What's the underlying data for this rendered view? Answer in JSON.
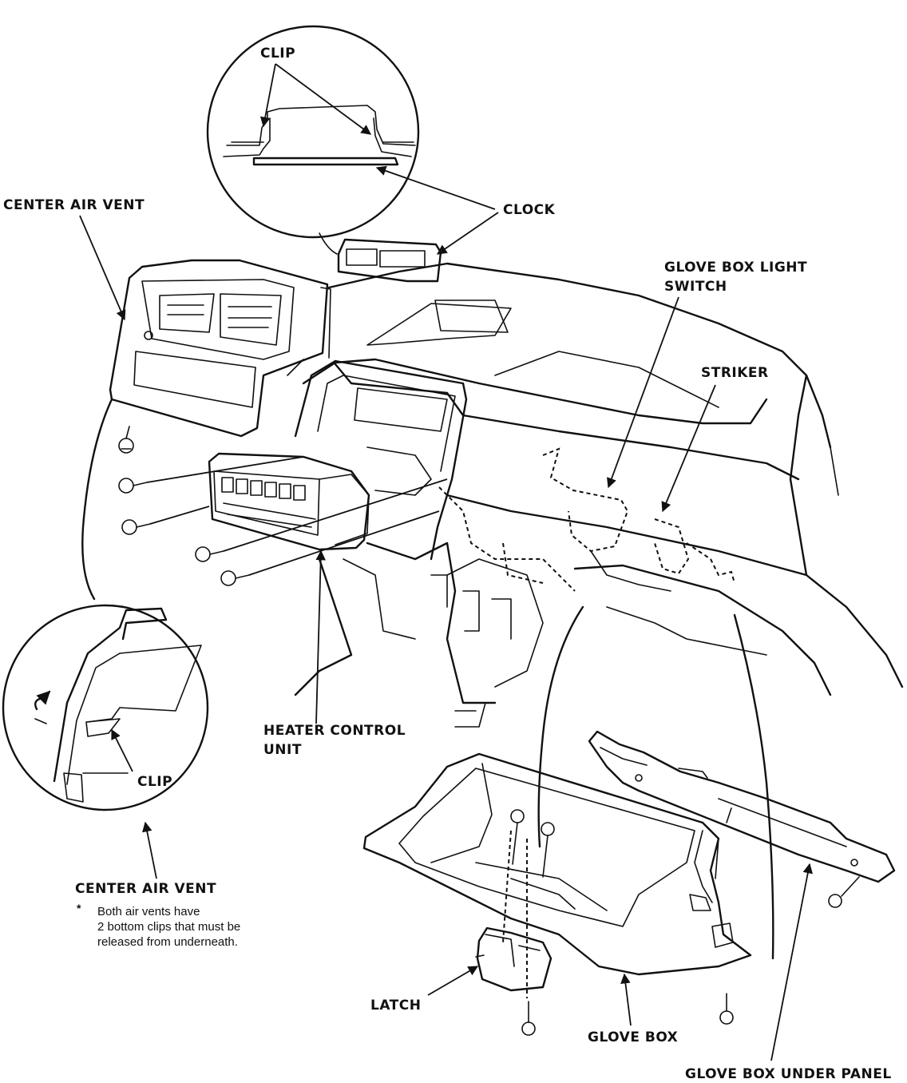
{
  "labels": {
    "clip_top": "CLIP",
    "clock": "CLOCK",
    "center_air_vent_top": "CENTER AIR VENT",
    "glove_box_light_switch_1": "GLOVE BOX LIGHT",
    "glove_box_light_switch_2": "SWITCH",
    "striker": "STRIKER",
    "heater_control_unit_1": "HEATER CONTROL",
    "heater_control_unit_2": "UNIT",
    "clip_bottom": "CLIP",
    "center_air_vent_bottom": "CENTER AIR VENT",
    "latch": "LATCH",
    "glove_box": "GLOVE BOX",
    "glove_box_under_panel": "GLOVE BOX UNDER PANEL"
  },
  "note": {
    "bullet": "*",
    "line1": "Both air vents have",
    "line2": "2 bottom clips that must be",
    "line3": "released from underneath."
  }
}
